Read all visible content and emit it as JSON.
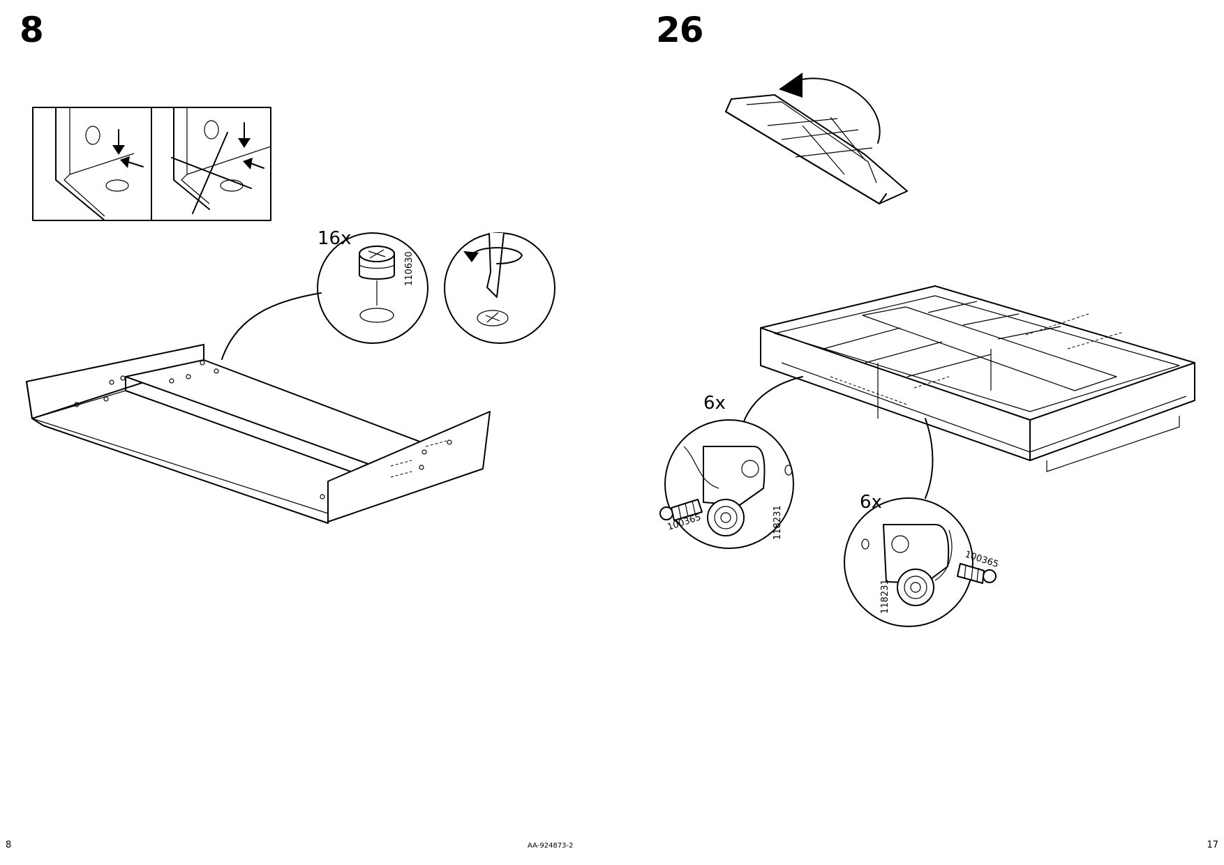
{
  "left_page": {
    "step_number": "8",
    "fitting_quantity": "16x",
    "cam_lock_part_number": "110630",
    "page_number": "8"
  },
  "right_page": {
    "step_number": "26",
    "callout_left": {
      "quantity": "6x",
      "screw_part_number": "100365",
      "bracket_part_number": "118231"
    },
    "callout_right": {
      "quantity": "6x",
      "screw_part_number": "100365",
      "bracket_part_number": "118231"
    },
    "page_number": "17"
  },
  "document_id": "AA-924873-2"
}
